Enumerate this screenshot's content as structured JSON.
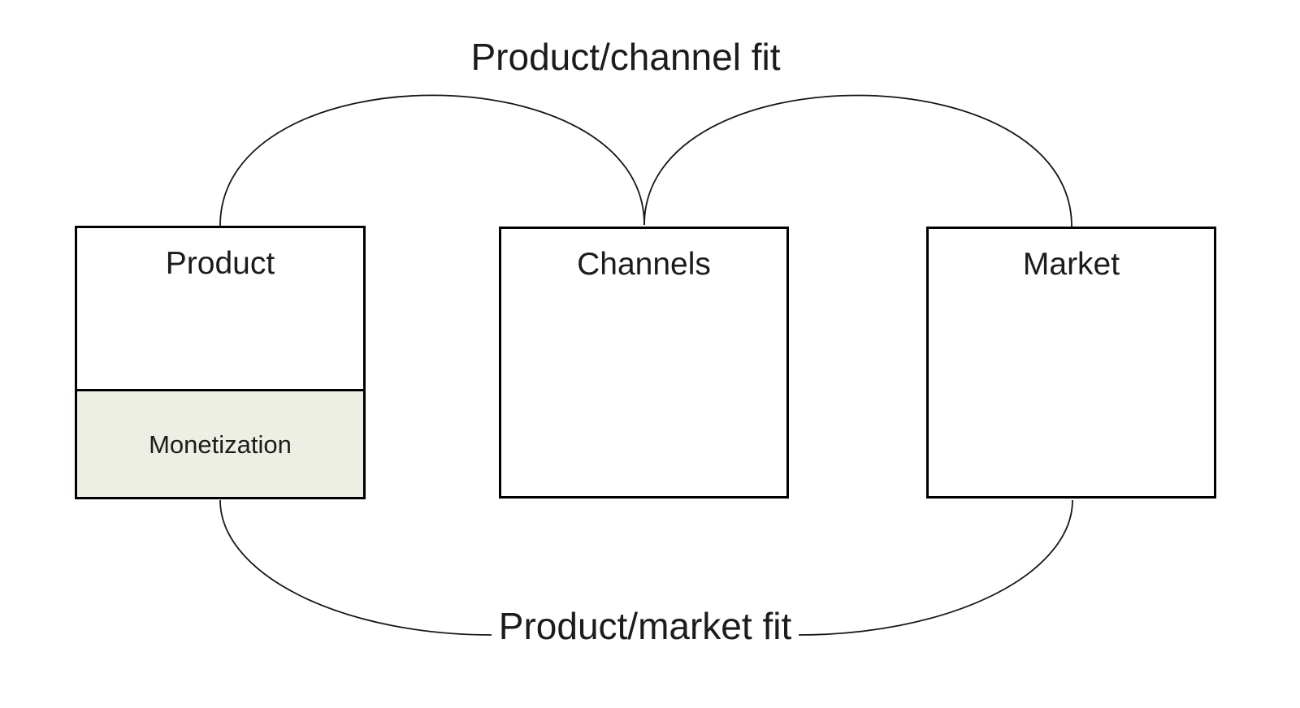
{
  "diagram": {
    "top_label": "Product/channel fit",
    "bottom_label": "Product/market fit",
    "boxes": [
      {
        "title": "Product",
        "sub_label": "Monetization"
      },
      {
        "title": "Channels"
      },
      {
        "title": "Market"
      }
    ],
    "colors": {
      "background": "#ffffff",
      "line": "#161616",
      "text": "#1c1c1c",
      "box_border": "#000000",
      "box_fill": "#ffffff",
      "monetization_fill": "#edefe4"
    }
  }
}
